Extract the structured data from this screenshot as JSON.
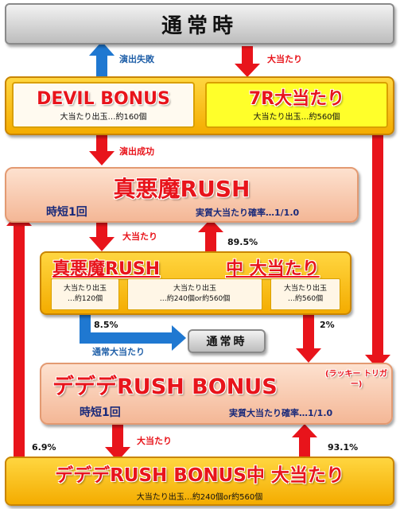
{
  "normal": {
    "label": "通常時"
  },
  "arrows": {
    "fail": "演出失敗",
    "hit_top": "大当たり",
    "success": "演出成功",
    "hit_mid": "大当たり",
    "hit_bottom": "大当たり",
    "normal_hit": "通常大当たり"
  },
  "percentages": {
    "p895": "89.5%",
    "p85": "8.5%",
    "p2": "2%",
    "p69": "6.9%",
    "p931": "93.1%"
  },
  "devil_bonus": {
    "title": "DEVIL BONUS",
    "detail": "大当たり出玉…約160個"
  },
  "r7_bonus": {
    "title": "7R大当たり",
    "detail": "大当たり出玉…約560個"
  },
  "shin_rush": {
    "title": "真悪魔RUSH",
    "jitan": "時短1回",
    "prob": "実質大当たり確率…1/1.0"
  },
  "shin_rush_hit": {
    "title_left": "真悪魔RUSH",
    "title_right": "中 大当たり",
    "box1": [
      "大当たり出玉",
      "…約120個"
    ],
    "box2": [
      "大当たり出玉",
      "…約240個or約560個"
    ],
    "box3": [
      "大当たり出玉",
      "…約560個"
    ]
  },
  "normal_small": {
    "label": "通常時"
  },
  "dede_bonus": {
    "title": "デデデRUSH BONUS",
    "sub": "(ラッキー トリガー)",
    "jitan": "時短1回",
    "prob": "実質大当たり確率…1/1.0"
  },
  "dede_hit": {
    "title": "デデデRUSH BONUS中 大当たり",
    "detail": "大当たり出玉…約240個or約560個"
  },
  "colors": {
    "red": "#e8141b",
    "blue": "#1f78d1",
    "gold": "#f4ac00",
    "peach": "#f4b796"
  }
}
